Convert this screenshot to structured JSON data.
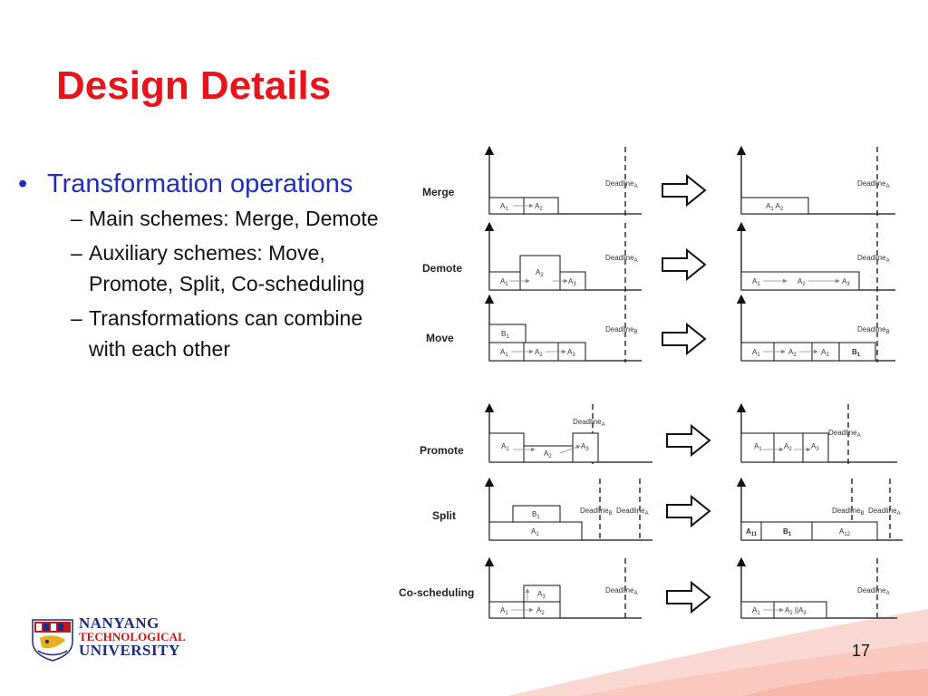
{
  "slide": {
    "title": "Design Details",
    "page_number": "17"
  },
  "bullets": {
    "main": "Transformation operations",
    "subs": [
      "Main schemes: Merge, Demote",
      "Auxiliary schemes: Move, Promote, Split, Co-scheduling",
      "Transformations can combine with each other"
    ]
  },
  "logo": {
    "line1": "NANYANG",
    "line2": "TECHNOLOGICAL",
    "line3": "UNIVERSITY"
  },
  "diagram": {
    "rows": [
      {
        "label": "Merge",
        "before": {
          "deadlines": [
            "Deadline_A"
          ],
          "boxes": [
            "A1",
            "A2"
          ]
        },
        "after": {
          "deadlines": [
            "Deadline_A"
          ],
          "boxes": [
            "A1A2"
          ]
        }
      },
      {
        "label": "Demote",
        "before": {
          "deadlines": [
            "Deadline_A"
          ],
          "boxes": [
            "A1",
            "A2",
            "A3"
          ]
        },
        "after": {
          "deadlines": [
            "Deadline_A"
          ],
          "boxes": [
            "A1",
            "A2",
            "A3"
          ]
        }
      },
      {
        "label": "Move",
        "before": {
          "deadlines": [
            "Deadline_B"
          ],
          "boxes": [
            "B1",
            "A1",
            "A2",
            "A3"
          ]
        },
        "after": {
          "deadlines": [
            "Deadline_B"
          ],
          "boxes": [
            "A1",
            "A2",
            "A3",
            "B1"
          ]
        }
      },
      {
        "label": "Promote",
        "before": {
          "deadlines": [
            "Deadline_A"
          ],
          "boxes": [
            "A1",
            "A2",
            "A3"
          ]
        },
        "after": {
          "deadlines": [
            "Deadline_A"
          ],
          "boxes": [
            "A1",
            "A2",
            "A3"
          ]
        }
      },
      {
        "label": "Split",
        "before": {
          "deadlines": [
            "Deadline_B",
            "Deadline_A"
          ],
          "boxes": [
            "B1",
            "A1"
          ]
        },
        "after": {
          "deadlines": [
            "Deadline_B",
            "Deadline_A"
          ],
          "boxes": [
            "A11",
            "B1",
            "A12"
          ]
        }
      },
      {
        "label": "Co-scheduling",
        "before": {
          "deadlines": [
            "Deadline_A"
          ],
          "boxes": [
            "A3",
            "A1",
            "A2"
          ]
        },
        "after": {
          "deadlines": [
            "Deadline_A"
          ],
          "boxes": [
            "A1",
            "A2||A3"
          ]
        }
      }
    ]
  },
  "colors": {
    "title": "#e8141b",
    "bullet_main": "#1f2fb8",
    "text": "#111111",
    "swoosh": "#f9c9c0"
  }
}
